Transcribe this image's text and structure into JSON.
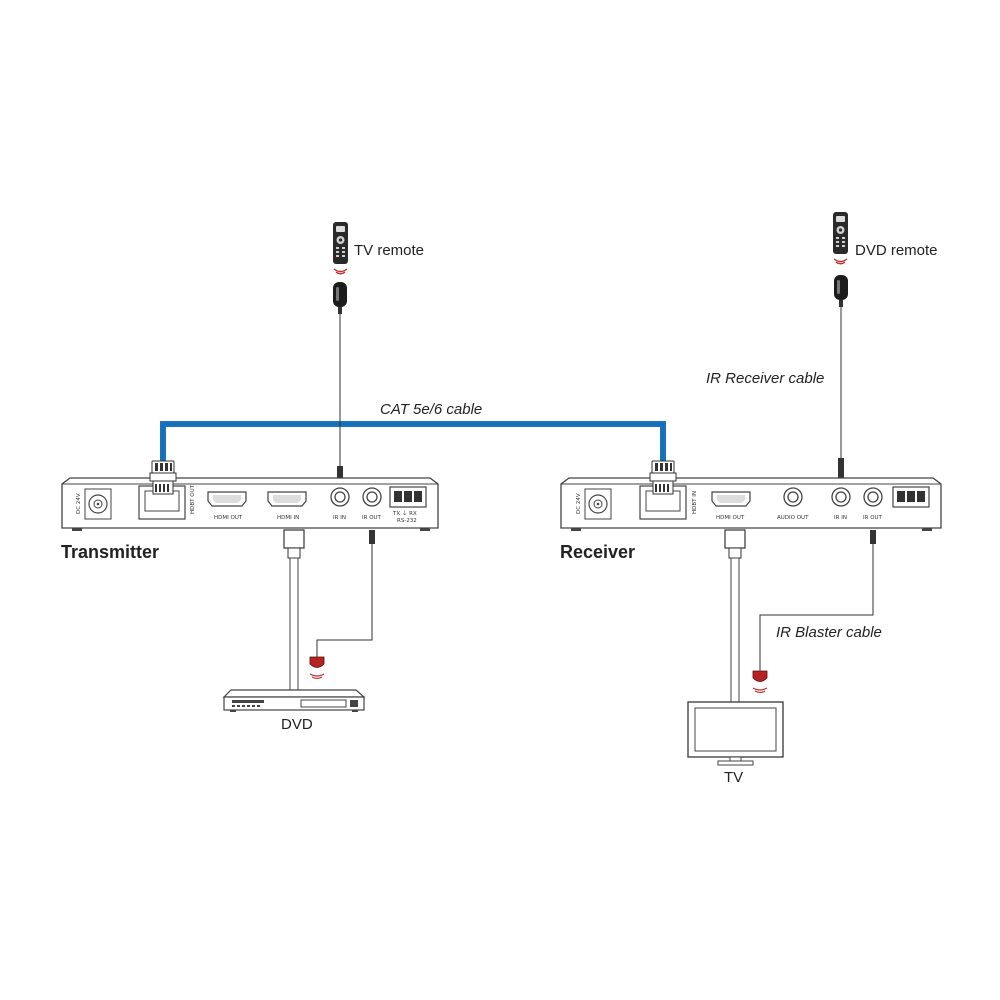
{
  "labels": {
    "tv_remote": "TV remote",
    "dvd_remote": "DVD remote",
    "ir_receiver_cable": "IR Receiver cable",
    "cat_cable": "CAT 5e/6 cable",
    "transmitter": "Transmitter",
    "receiver": "Receiver",
    "ir_blaster_cable": "IR Blaster cable",
    "dvd": "DVD",
    "tv": "TV"
  },
  "transmitter_panel": {
    "dc": "DC 24V",
    "hdbt": "HDBT OUT",
    "hdmi_out": "HDMI OUT",
    "hdmi_in": "HDMI IN",
    "ir_in": "IR IN",
    "ir_out": "IR OUT",
    "rs232_pins": "TX ⏚ RX",
    "rs232": "RS-232"
  },
  "receiver_panel": {
    "dc": "DC 24V",
    "hdbt": "HDBT IN",
    "hdmi_out": "HDMI OUT",
    "audio_out": "AUDIO OUT",
    "ir_in": "IR IN",
    "ir_out": "IR OUT"
  },
  "colors": {
    "cat_cable": "#1a73c1",
    "ir_emitter": "#b52222",
    "device_outline": "#444444"
  }
}
